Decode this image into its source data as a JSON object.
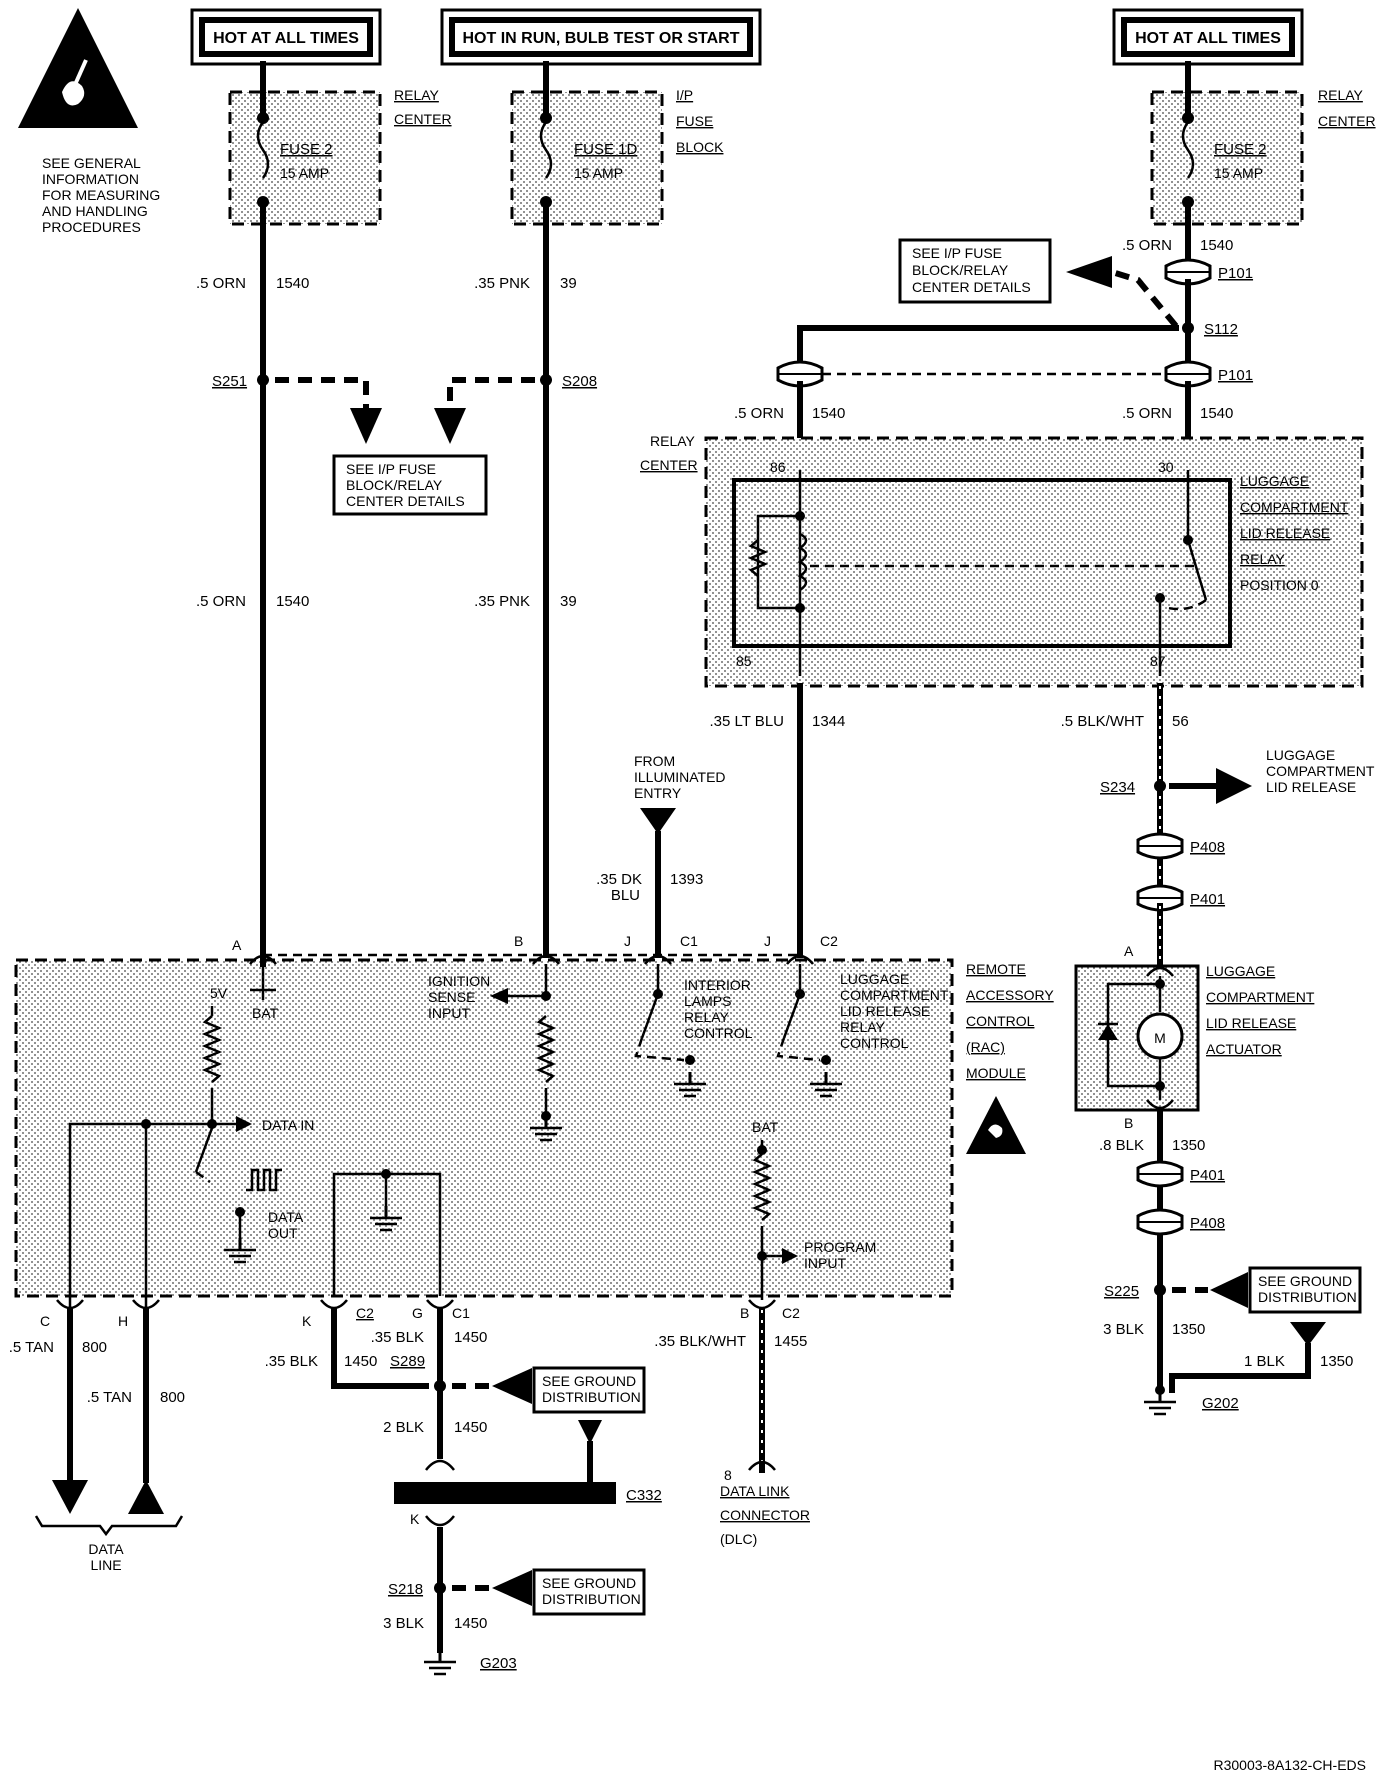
{
  "headers": {
    "hot_left": "HOT AT ALL TIMES",
    "hot_run": "HOT IN RUN, BULB TEST OR START",
    "hot_right": "HOT AT ALL TIMES"
  },
  "esd_note": [
    "SEE GENERAL",
    "INFORMATION",
    "FOR MEASURING",
    "AND HANDLING",
    "PROCEDURES"
  ],
  "fuses": {
    "left": {
      "name": "FUSE 2",
      "rating": "15 AMP",
      "loc1": "RELAY",
      "loc2": "CENTER"
    },
    "mid": {
      "name": "FUSE 1D",
      "rating": "15 AMP",
      "loc1": "I/P",
      "loc2": "FUSE",
      "loc3": "BLOCK"
    },
    "right": {
      "name": "FUSE 2",
      "rating": "15 AMP",
      "loc1": "RELAY",
      "loc2": "CENTER"
    }
  },
  "wires": {
    "w1540a": ".5 ORN",
    "c1540a": "1540",
    "w39a": ".35 PNK",
    "c39a": "39",
    "w1540b": ".5 ORN",
    "c1540b": "1540",
    "w39b": ".35 PNK",
    "c39b": "39",
    "w1540r1": ".5 ORN",
    "c1540r1": "1540",
    "w1540r2": ".5 ORN",
    "c1540r2": "1540",
    "w1540r3": ".5 ORN",
    "c1540r3": "1540",
    "w1344": ".35 LT BLU",
    "c1344": "1344",
    "w56": ".5 BLK/WHT",
    "c56": "56",
    "w1393a": ".35 DK",
    "w1393b": "BLU",
    "c1393": "1393",
    "w800a": ".5 TAN",
    "c800a": "800",
    "w800b": ".5 TAN",
    "c800b": "800",
    "w1450k": ".35 BLK",
    "c1450k": "1450",
    "w1450g": ".35 BLK",
    "c1450g": "1450",
    "w1450c": "2 BLK",
    "c1450c": "1450",
    "w1450d": "3 BLK",
    "c1450d": "1450",
    "w1455": ".35 BLK/WHT",
    "c1455": "1455",
    "w1350a": ".8 BLK",
    "c1350a": "1350",
    "w1350b": "3 BLK",
    "c1350b": "1350",
    "w1350c": "1 BLK",
    "c1350c": "1350"
  },
  "splices": {
    "s251": "S251",
    "s208": "S208",
    "s112": "S112",
    "s234": "S234",
    "s289": "S289",
    "s218": "S218",
    "s225": "S225"
  },
  "connectors": {
    "p101a": "P101",
    "p101b": "P101",
    "p408a": "P408",
    "p401a": "P401",
    "p401b": "P401",
    "p408b": "P408",
    "c332": "C332"
  },
  "grounds": {
    "g203": "G203",
    "g202": "G202"
  },
  "see_fuse_left": [
    "SEE I/P FUSE",
    "BLOCK/RELAY",
    "CENTER DETAILS"
  ],
  "see_fuse_right": [
    "SEE I/P FUSE",
    "BLOCK/RELAY",
    "CENTER DETAILS"
  ],
  "see_ground": [
    "SEE GROUND",
    "DISTRIBUTION"
  ],
  "relay": {
    "loc1": "RELAY",
    "loc2": "CENTER",
    "name": [
      "LUGGAGE",
      "COMPARTMENT",
      "LID RELEASE",
      "RELAY"
    ],
    "position": "POSITION 0",
    "pin86": "86",
    "pin30": "30",
    "pin85": "85",
    "pin87": "87"
  },
  "from_illum": [
    "FROM",
    "ILLUMINATED",
    "ENTRY"
  ],
  "lid_release_arrow": [
    "LUGGAGE",
    "COMPARTMENT",
    "LID RELEASE"
  ],
  "rac": {
    "name": [
      "REMOTE",
      "ACCESSORY",
      "CONTROL",
      "(RAC)",
      "MODULE"
    ],
    "pins_top": {
      "a": "A",
      "b": "B",
      "j1": "J",
      "c1": "C1",
      "j2": "J",
      "c2": "C2"
    },
    "pins_bot": {
      "c": "C",
      "h": "H",
      "k": "K",
      "kc": "C2",
      "g": "G",
      "gc": "C1",
      "b": "B",
      "bc": "C2"
    },
    "v5": "5V",
    "bat": "BAT",
    "bat2": "BAT",
    "ign": [
      "IGNITION",
      "SENSE",
      "INPUT"
    ],
    "interior": [
      "INTERIOR",
      "LAMPS",
      "RELAY",
      "CONTROL"
    ],
    "luggage": [
      "LUGGAGE",
      "COMPARTMENT",
      "LID RELEASE",
      "RELAY",
      "CONTROL"
    ],
    "data_in": "DATA IN",
    "data_out": [
      "DATA",
      "OUT"
    ],
    "program": [
      "PROGRAM",
      "INPUT"
    ]
  },
  "data_line": [
    "DATA",
    "LINE"
  ],
  "dlc": {
    "pin": "8",
    "l1": "DATA LINK",
    "l2": "CONNECTOR",
    "l3": "(DLC)"
  },
  "actuator": {
    "pin_a": "A",
    "pin_b": "B",
    "motor": "M",
    "name": [
      "LUGGAGE",
      "COMPARTMENT",
      "LID RELEASE",
      "ACTUATOR"
    ]
  },
  "footer": "R30003-8A132-CH-EDS"
}
